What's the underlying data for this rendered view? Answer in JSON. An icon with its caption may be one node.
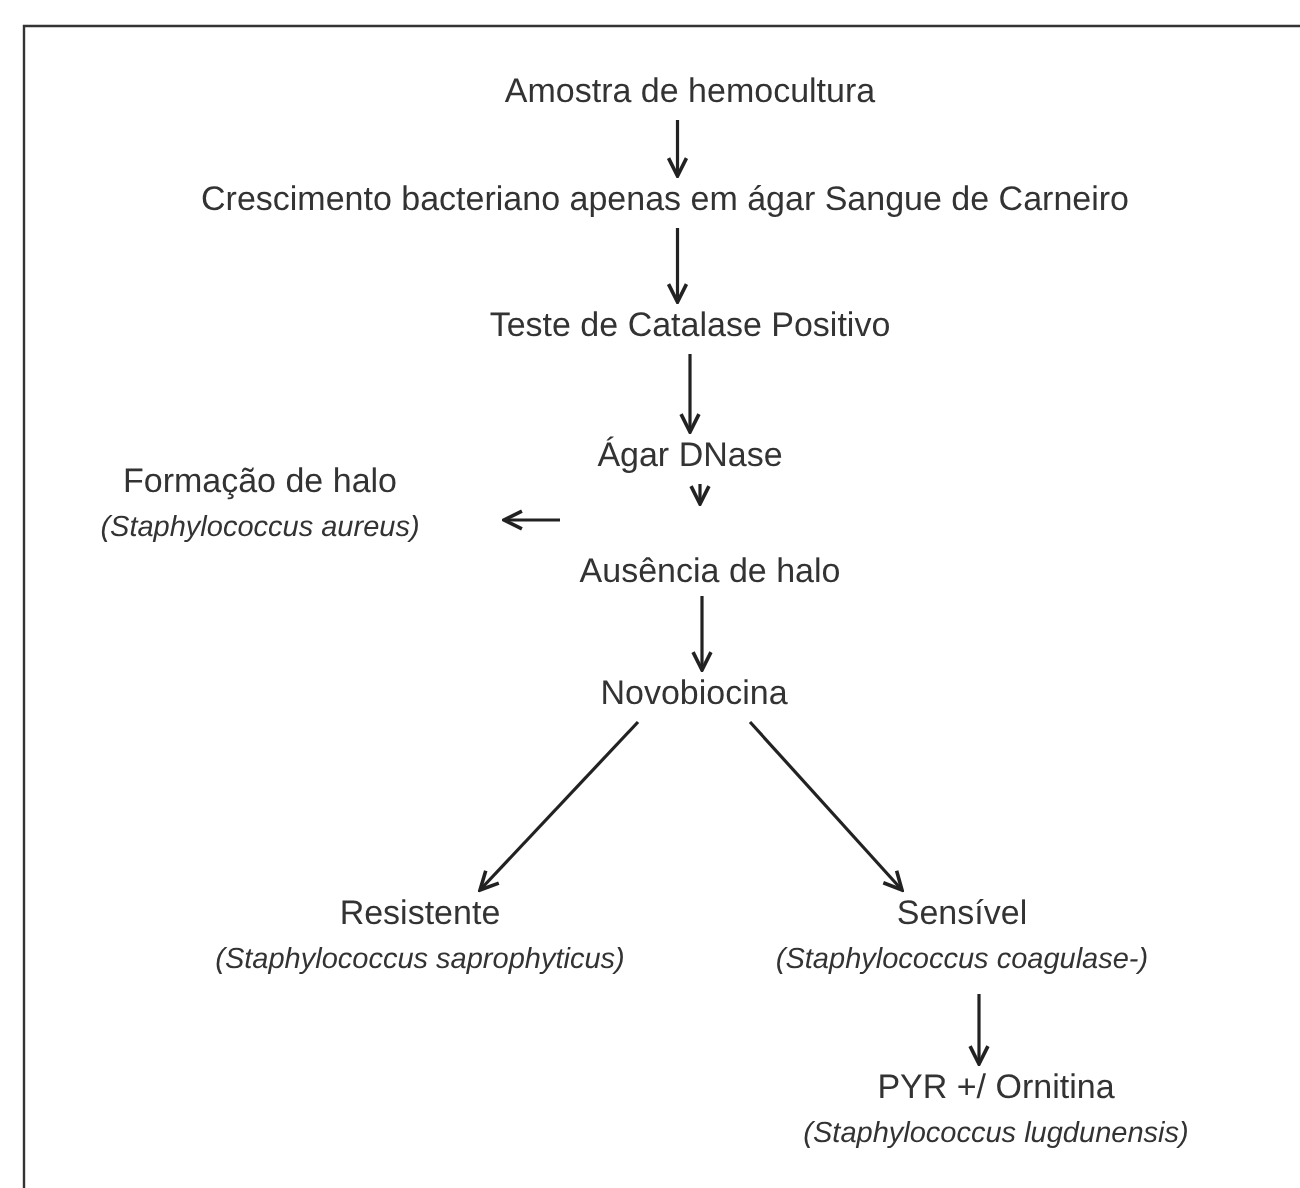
{
  "diagram": {
    "nodes": [
      {
        "text": [
          "Amostra de hemocultura"
        ]
      },
      {
        "text": [
          "Crescimento bacteriano apenas em ágar Sangue de Carneiro"
        ]
      },
      {
        "text": [
          "Teste de Catalase Positivo"
        ]
      },
      {
        "text": [
          "Ágar DNase"
        ]
      },
      {
        "text": [
          "Formação de halo",
          "(Staphylococcus aureus)"
        ]
      },
      {
        "text": [
          "Ausência de halo"
        ]
      },
      {
        "text": [
          "Novobiocina"
        ]
      },
      {
        "text": [
          "Resistente",
          "(Staphylococcus saprophyticus)"
        ]
      },
      {
        "text": [
          "Sensível",
          "(Staphylococcus coagulase-)"
        ]
      },
      {
        "text": [
          "PYR +/ Ornitina",
          "(Staphylococcus lugdunensis)"
        ]
      }
    ],
    "edges": [
      {
        "from": 0,
        "to": 1,
        "arrow": "to"
      },
      {
        "from": 1,
        "to": 2,
        "arrow": "to"
      },
      {
        "from": 2,
        "to": 3,
        "arrow": "to"
      },
      {
        "from": 3,
        "to": 5,
        "arrow": "to"
      },
      {
        "from": 5,
        "to": 4,
        "arrow": "to"
      },
      {
        "from": 5,
        "to": 6,
        "arrow": "to"
      },
      {
        "from": 6,
        "to": 7,
        "arrow": "to"
      },
      {
        "from": 6,
        "to": 8,
        "arrow": "to"
      },
      {
        "from": 8,
        "to": 9,
        "arrow": "to"
      }
    ]
  }
}
